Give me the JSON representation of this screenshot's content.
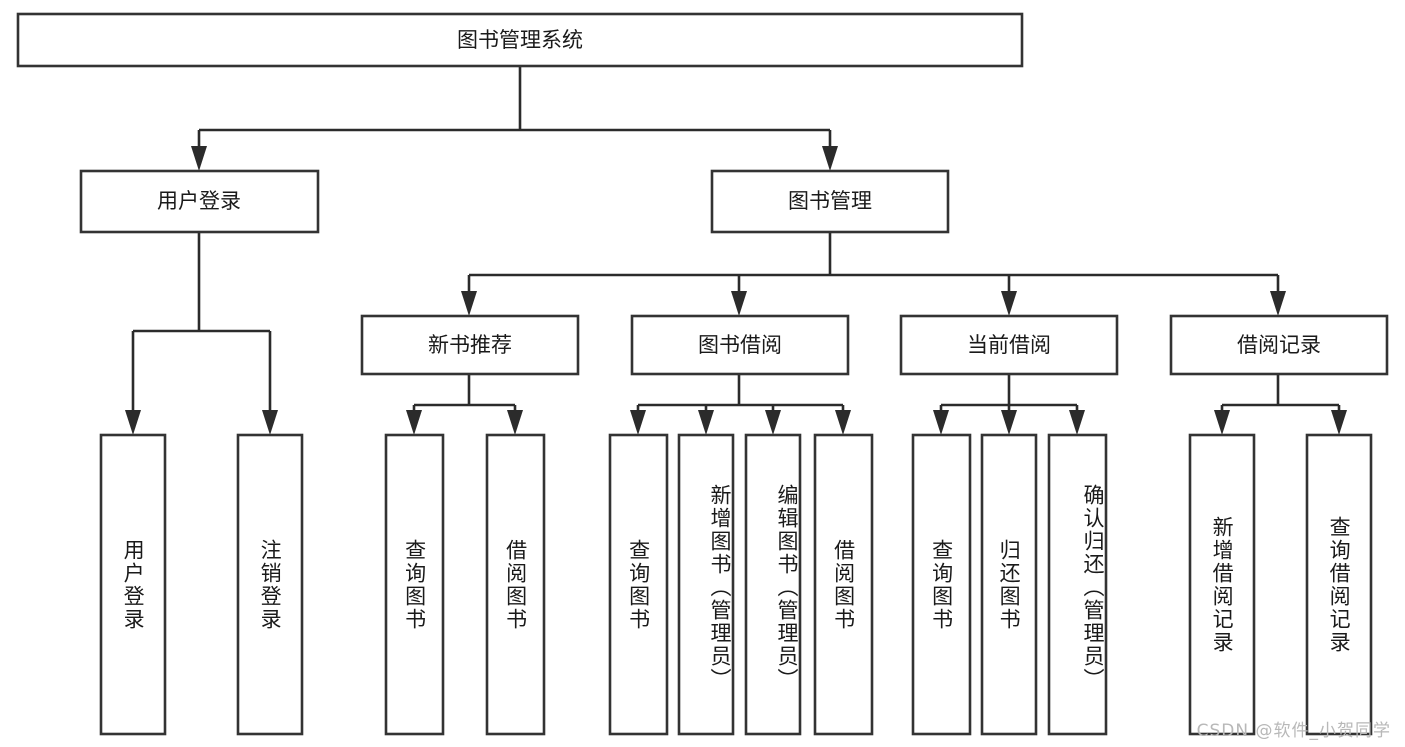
{
  "diagram": {
    "title": "图书管理系统",
    "type": "tree-hierarchy",
    "watermark": "CSDN @软件_小贺同学",
    "colors": {
      "box_stroke": "#333333",
      "box_fill": "#ffffff",
      "connector": "#2b2b2b",
      "text": "#1a1a1a",
      "watermark": "#b8b8b8",
      "background": "#ffffff"
    },
    "levels": {
      "root": "图书管理系统",
      "level2": [
        "用户登录",
        "图书管理"
      ],
      "level3": [
        "新书推荐",
        "图书借阅",
        "当前借阅",
        "借阅记录"
      ]
    },
    "nodes": {
      "root": {
        "label": "图书管理系统",
        "orientation": "horizontal"
      },
      "user_login": {
        "label": "用户登录",
        "orientation": "horizontal"
      },
      "book_manage": {
        "label": "图书管理",
        "orientation": "horizontal"
      },
      "new_book_rec": {
        "label": "新书推荐",
        "orientation": "horizontal"
      },
      "book_borrow": {
        "label": "图书借阅",
        "orientation": "horizontal"
      },
      "current_borrow": {
        "label": "当前借阅",
        "orientation": "horizontal"
      },
      "borrow_record": {
        "label": "借阅记录",
        "orientation": "horizontal"
      },
      "leaf_1": {
        "label": "用户登录",
        "orientation": "vertical"
      },
      "leaf_2": {
        "label": "注销登录",
        "orientation": "vertical"
      },
      "leaf_3": {
        "label": "查询图书",
        "orientation": "vertical"
      },
      "leaf_4": {
        "label": "借阅图书",
        "orientation": "vertical"
      },
      "leaf_5": {
        "label": "查询图书",
        "orientation": "vertical"
      },
      "leaf_6": {
        "label": "新增图书（管理员）",
        "orientation": "vertical"
      },
      "leaf_7": {
        "label": "编辑图书（管理员）",
        "orientation": "vertical"
      },
      "leaf_8": {
        "label": "借阅图书",
        "orientation": "vertical"
      },
      "leaf_9": {
        "label": "查询图书",
        "orientation": "vertical"
      },
      "leaf_10": {
        "label": "归还图书",
        "orientation": "vertical"
      },
      "leaf_11": {
        "label": "确认归还（管理员）",
        "orientation": "vertical"
      },
      "leaf_12": {
        "label": "新增借阅记录",
        "orientation": "vertical"
      },
      "leaf_13": {
        "label": "查询借阅记录",
        "orientation": "vertical"
      }
    },
    "edges": [
      {
        "from": "root",
        "to": "user_login"
      },
      {
        "from": "root",
        "to": "book_manage"
      },
      {
        "from": "user_login",
        "to": "leaf_1"
      },
      {
        "from": "user_login",
        "to": "leaf_2"
      },
      {
        "from": "book_manage",
        "to": "new_book_rec"
      },
      {
        "from": "book_manage",
        "to": "book_borrow"
      },
      {
        "from": "book_manage",
        "to": "current_borrow"
      },
      {
        "from": "book_manage",
        "to": "borrow_record"
      },
      {
        "from": "new_book_rec",
        "to": "leaf_3"
      },
      {
        "from": "new_book_rec",
        "to": "leaf_4"
      },
      {
        "from": "book_borrow",
        "to": "leaf_5"
      },
      {
        "from": "book_borrow",
        "to": "leaf_6"
      },
      {
        "from": "book_borrow",
        "to": "leaf_7"
      },
      {
        "from": "book_borrow",
        "to": "leaf_8"
      },
      {
        "from": "current_borrow",
        "to": "leaf_9"
      },
      {
        "from": "current_borrow",
        "to": "leaf_10"
      },
      {
        "from": "current_borrow",
        "to": "leaf_11"
      },
      {
        "from": "borrow_record",
        "to": "leaf_12"
      },
      {
        "from": "borrow_record",
        "to": "leaf_13"
      }
    ]
  }
}
